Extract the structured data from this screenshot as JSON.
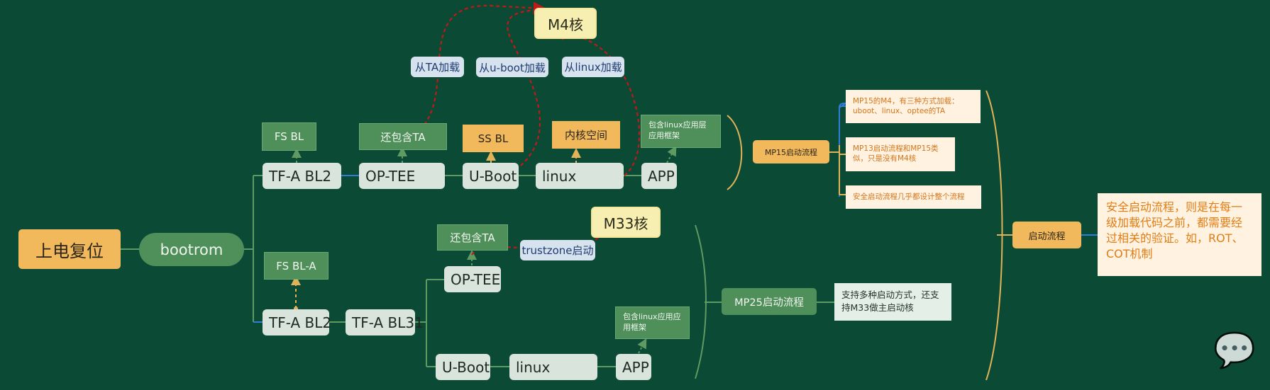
{
  "nodes": {
    "power_on_reset": "上电复位",
    "bootrom": "bootrom",
    "tfa_bl2_top": "TF-A BL2",
    "optee_top": "OP-TEE",
    "uboot_top": "U-Boot",
    "linux_top": "linux",
    "app_top": "APP",
    "fs_bl": "FS BL",
    "also_ta_top": "还包含TA",
    "ss_bl": "SS BL",
    "kernel_space": "内核空间",
    "linux_app_framework_top": "包含linux应用层应用框架",
    "m4_core": "M4核",
    "load_from_ta": "从TA加载",
    "load_from_uboot": "从u-boot加载",
    "load_from_linux": "从linux加载",
    "fs_bl_a": "FS BL-A",
    "tfa_bl2_bottom": "TF-A BL2",
    "tfa_bl31": "TF-A BL31",
    "optee_bottom": "OP-TEE",
    "also_ta_bottom": "还包含TA",
    "trustzone_boot": "trustzone启动",
    "m33_core": "M33核",
    "uboot_bottom": "U-Boot",
    "linux_bottom": "linux",
    "app_bottom": "APP",
    "linux_app_framework_bottom": "包含linux应用应用框架",
    "mp15_flow": "MP15启动流程",
    "mp15_note1": "MP15的M4，有三种方式加载：uboot、linux、optee的TA",
    "mp15_note2": "MP13启动流程和MP15类似，只是没有M4核",
    "mp15_note3": "安全启动流程几乎都设计整个流程",
    "mp25_flow": "MP25启动流程",
    "mp25_note": "支持多种启动方式，还支持M33做主启动核",
    "boot_flow": "启动流程",
    "secure_boot_note": "安全启动流程，则是在每一级加载代码之前，都需要经过相关的验证。如，ROT、COT机制"
  },
  "colors": {
    "background": "#0b4a34",
    "green_line": "#5e9a62",
    "blue_line": "#2f7dd6",
    "orange_line": "#e2b258",
    "red_dashed": "#c21818"
  }
}
